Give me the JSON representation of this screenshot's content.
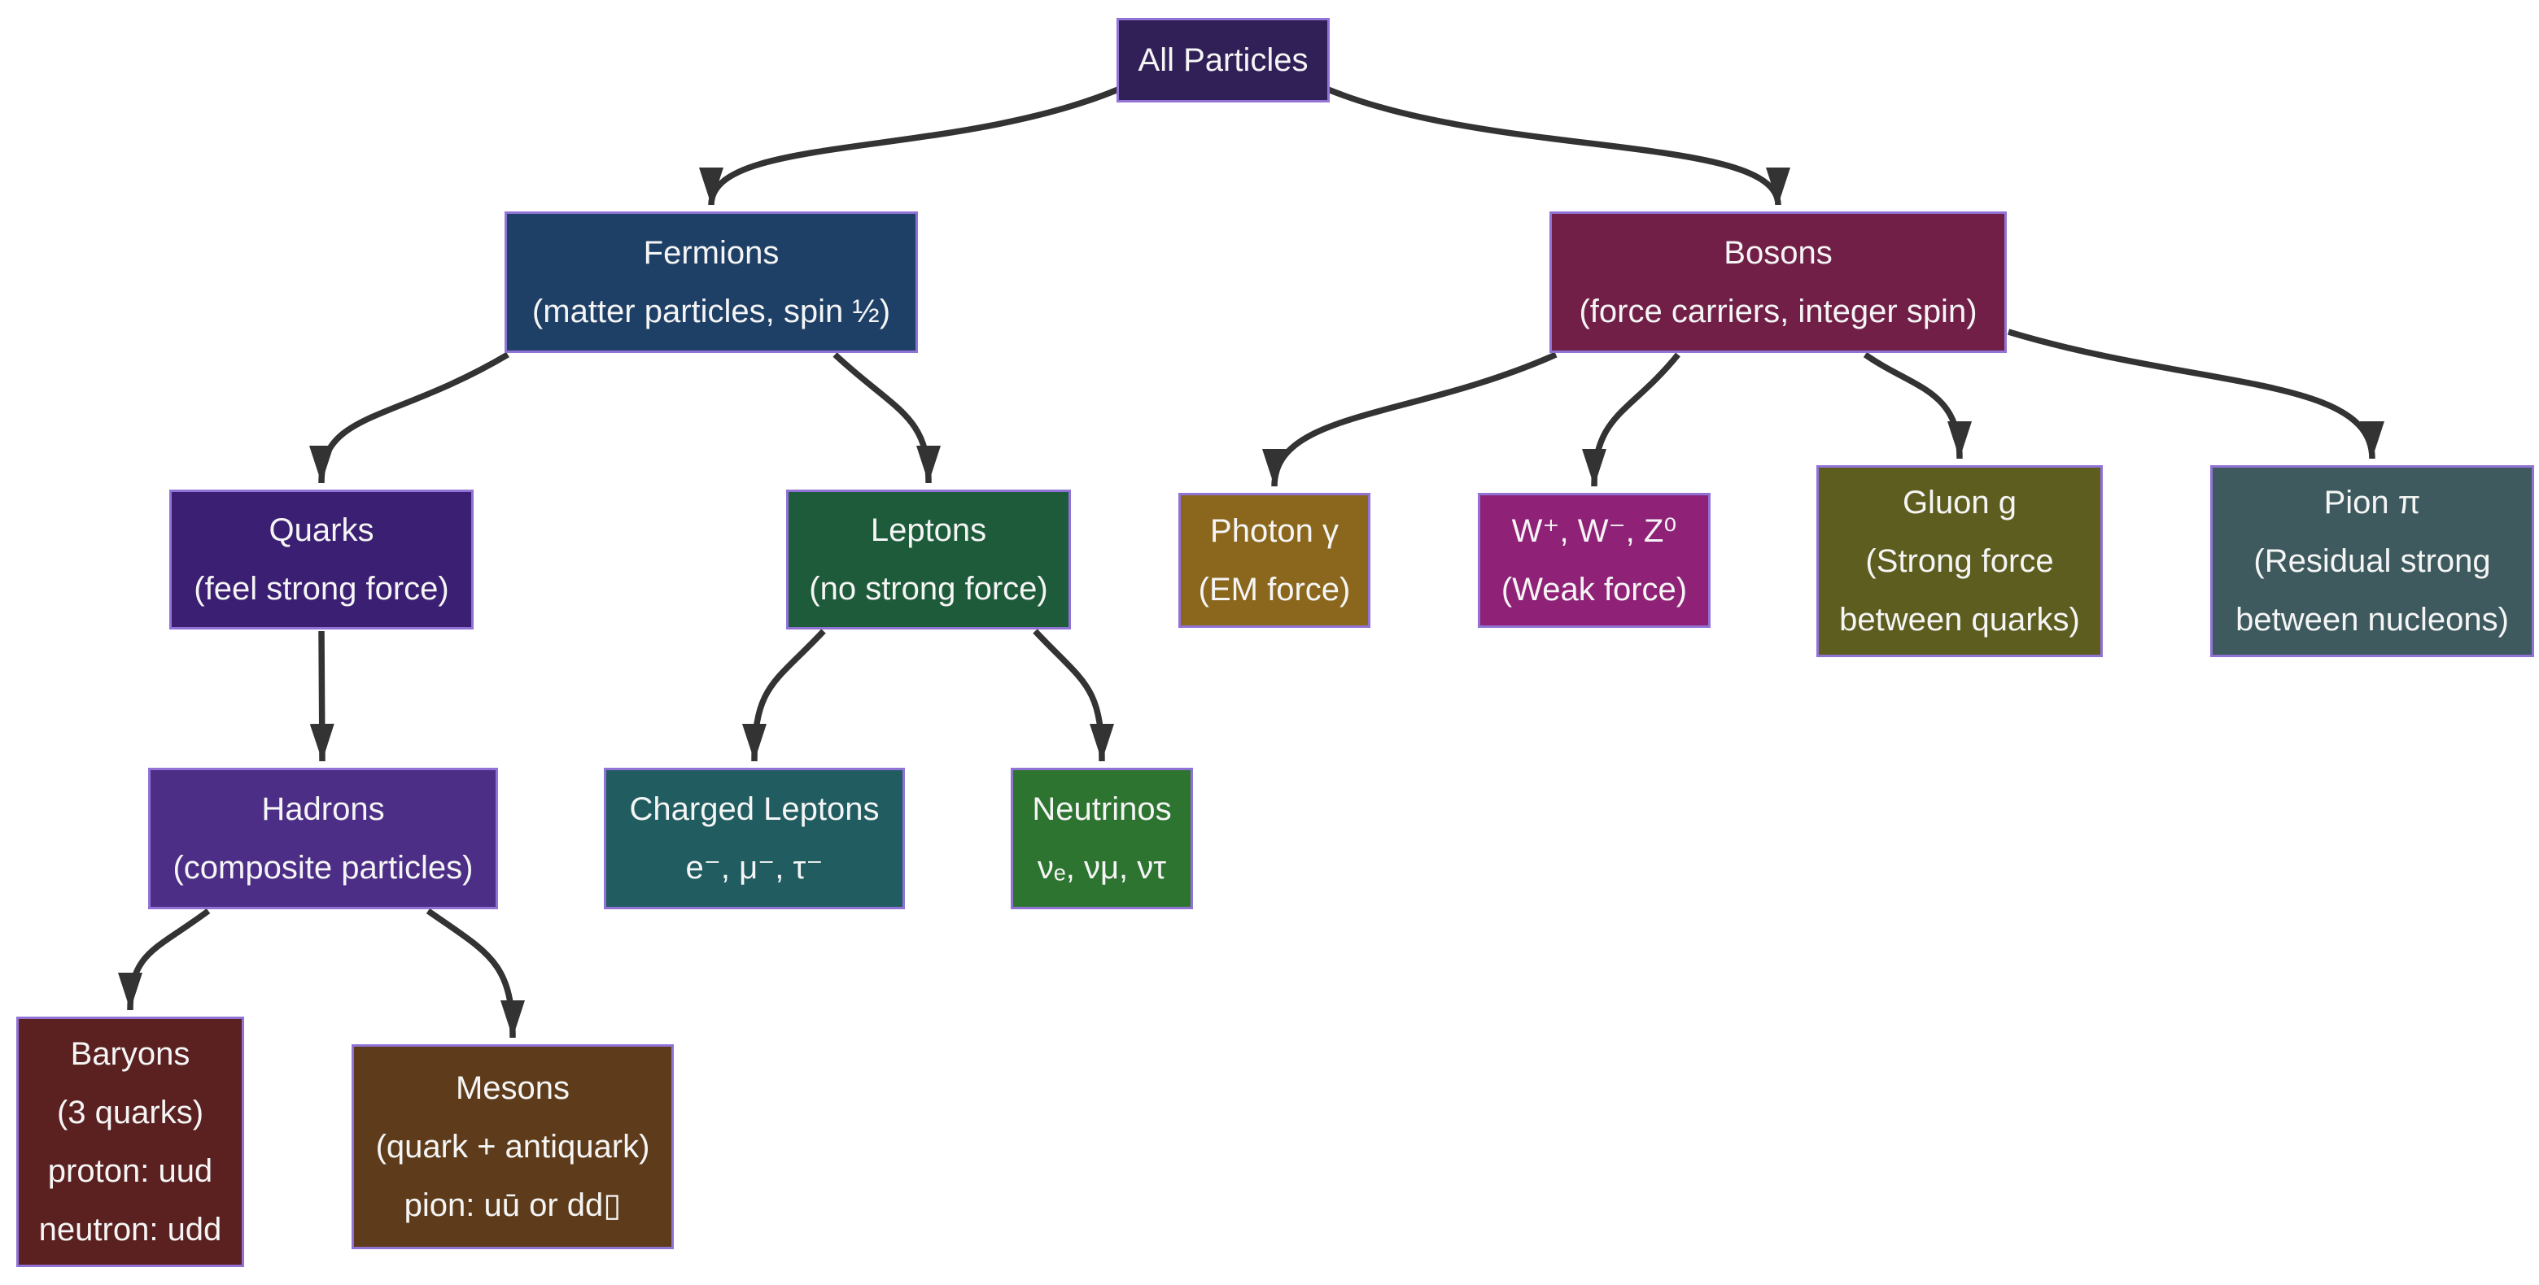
{
  "colors": {
    "background": "#ffffff",
    "edge": "#333333",
    "node_border": "#9173d6",
    "node_text": "#f5f5f5"
  },
  "nodes": {
    "all_particles": {
      "lines": [
        "All Particles"
      ],
      "fill": "#312058"
    },
    "fermions": {
      "lines": [
        "Fermions",
        "(matter particles, spin ½)"
      ],
      "fill": "#1e3f66"
    },
    "bosons": {
      "lines": [
        "Bosons",
        "(force carriers, integer spin)"
      ],
      "fill": "#721f48"
    },
    "quarks": {
      "lines": [
        "Quarks",
        "(feel strong force)"
      ],
      "fill": "#3b1f72"
    },
    "leptons": {
      "lines": [
        "Leptons",
        "(no strong force)"
      ],
      "fill": "#1e5b3a"
    },
    "photon": {
      "lines": [
        "Photon γ",
        "(EM force)"
      ],
      "fill": "#8a671d"
    },
    "w_z": {
      "lines": [
        "W⁺, W⁻, Z⁰",
        "(Weak force)"
      ],
      "fill": "#8f2277"
    },
    "gluon": {
      "lines": [
        "Gluon g",
        "(Strong force",
        "between quarks)"
      ],
      "fill": "#5e5d20"
    },
    "pion": {
      "lines": [
        "Pion π",
        "(Residual strong",
        "between nucleons)"
      ],
      "fill": "#3e5a5e"
    },
    "hadrons": {
      "lines": [
        "Hadrons",
        "(composite particles)"
      ],
      "fill": "#4c2e86"
    },
    "charged_leptons": {
      "lines": [
        "Charged Leptons",
        "e⁻, μ⁻, τ⁻"
      ],
      "fill": "#205c60"
    },
    "neutrinos": {
      "lines": [
        "Neutrinos",
        "νₑ, νμ, ντ"
      ],
      "fill": "#2e7431"
    },
    "baryons": {
      "lines": [
        "Baryons",
        "(3 quarks)",
        "proton: uud",
        "neutron: udd"
      ],
      "fill": "#5b2020"
    },
    "mesons": {
      "lines": [
        "Mesons",
        "(quark + antiquark)",
        "pion: uū or dd▯"
      ],
      "fill": "#5e3c1b"
    }
  },
  "edges": [
    {
      "from": "all_particles",
      "to": "fermions"
    },
    {
      "from": "all_particles",
      "to": "bosons"
    },
    {
      "from": "fermions",
      "to": "quarks"
    },
    {
      "from": "fermions",
      "to": "leptons"
    },
    {
      "from": "bosons",
      "to": "photon"
    },
    {
      "from": "bosons",
      "to": "w_z"
    },
    {
      "from": "bosons",
      "to": "gluon"
    },
    {
      "from": "bosons",
      "to": "pion"
    },
    {
      "from": "quarks",
      "to": "hadrons"
    },
    {
      "from": "leptons",
      "to": "charged_leptons"
    },
    {
      "from": "leptons",
      "to": "neutrinos"
    },
    {
      "from": "hadrons",
      "to": "baryons"
    },
    {
      "from": "hadrons",
      "to": "mesons"
    }
  ]
}
